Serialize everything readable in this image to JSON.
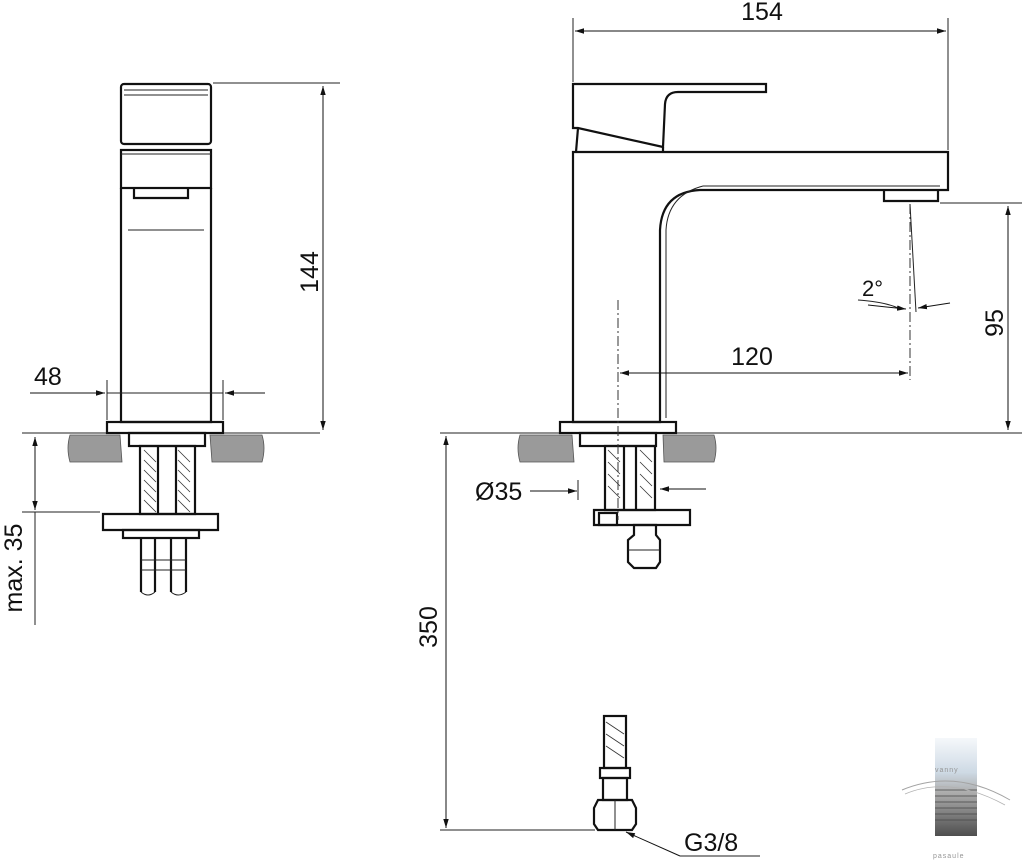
{
  "dimensions": {
    "total_height": "144",
    "base_width": "48",
    "max_counter_thickness": "max. 35",
    "total_reach": "154",
    "spout_height": "95",
    "spout_reach": "120",
    "spout_angle": "2°",
    "hole_diameter": "Ø35",
    "hose_length": "350",
    "connection_thread": "G3/8"
  },
  "watermark": {
    "top_text": "vanny",
    "bottom_text": "pasaule"
  },
  "colors": {
    "line": "#111111",
    "countertop": "#9a9a9a",
    "watermark_top": "#dfe8f0",
    "watermark_bottom": "#4a4a4a"
  }
}
